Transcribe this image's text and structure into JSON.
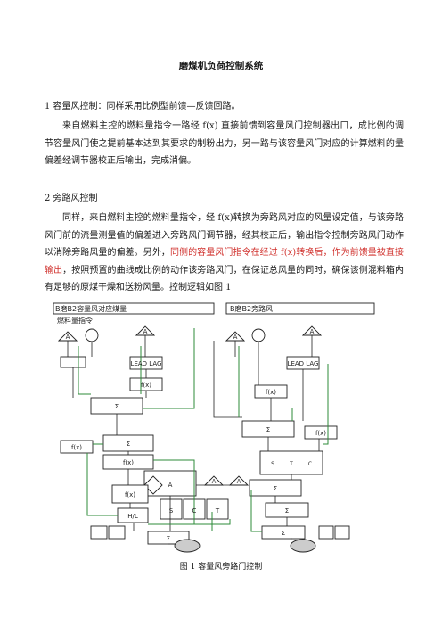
{
  "title": "磨煤机负荷控制系统",
  "section1": {
    "heading": "1 容量风控制：同样采用比例型前馈—反馈回路。",
    "body": "来自燃料主控的燃料量指令一路经 f(x) 直接前馈到容量风门控制器出口，成比例的调节容量风门使之提前基本达到其要求的制粉出力，另一路与该容量风门对应的计算燃料的量偏差经调节器校正后输出，完成消偏。"
  },
  "section2": {
    "heading": "2  旁路风控制",
    "body_start": "同样，来自燃料主控的燃料量指令，经 f(x)转换为旁路风对应的风量设定值，与该旁路风门前的流量测量值的偏差进入旁路风门调节器，经其校正后，输出指令控制旁路风门动作以消除旁路风量的偏差。另外，",
    "body_highlight": "同侧的容量风门指令在经过 f(x)转换后，作为前馈量被直接输出",
    "body_end": "，按照预置的曲线成比例的动作该旁路风门，在保证总风量的同时，确保该侧混料箱内有足够的原煤干燥和送粉风量。控制逻辑如图 1"
  },
  "figure": {
    "top_left_title": "B磨B2容量风对应煤量",
    "top_right_title": "B磨B2旁路风",
    "fuel_command_label": "燃料量指令",
    "block_labels": {
      "fx": "f(x)",
      "sigma": "Σ",
      "lead_lag": "LEAD LAG",
      "hl": "H/L",
      "a": "A",
      "t": "T",
      "s": "S",
      "c": "C"
    },
    "caption": "图 1      容量风旁路门控制"
  },
  "colors": {
    "highlight_text": "#d0312d",
    "diagram_line": "#222222",
    "diagram_signal_green": "#2e8b3a"
  }
}
